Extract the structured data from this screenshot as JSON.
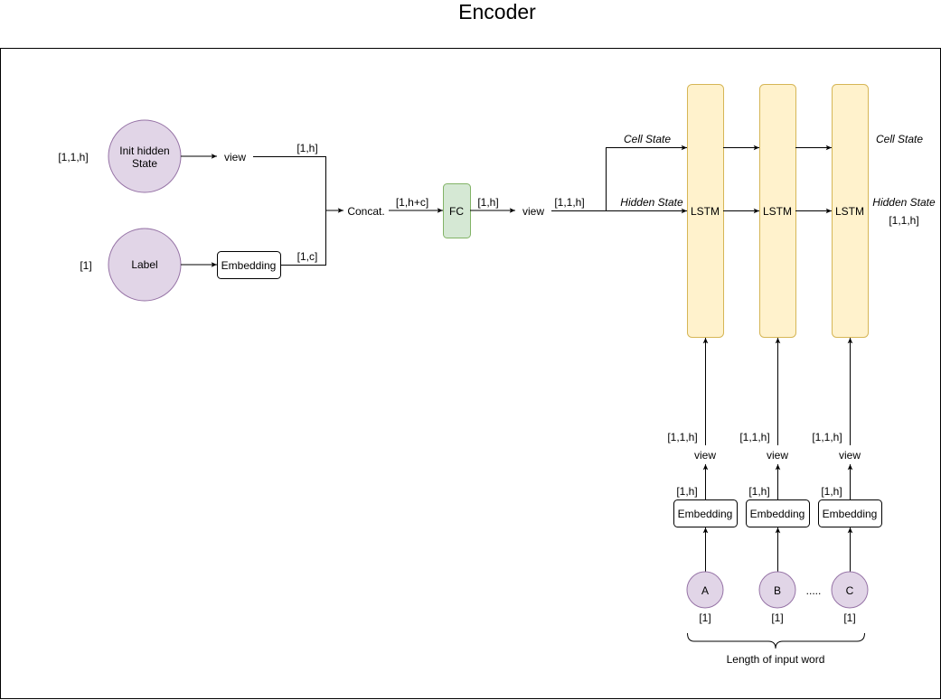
{
  "title": "Encoder",
  "colors": {
    "node_purple_fill": "#e1d5e7",
    "node_purple_stroke": "#9673a6",
    "fc_fill": "#d5e8d4",
    "fc_stroke": "#82b366",
    "lstm_fill": "#fff2cc",
    "lstm_stroke": "#d6b656",
    "line": "#000000"
  },
  "inputs": {
    "init_hidden": {
      "label": "Init hidden State",
      "shape": "[1,1,h]"
    },
    "label_node": {
      "label": "Label",
      "shape": "[1]"
    }
  },
  "left_branch": {
    "view_label": "view",
    "view_shape": "[1,h]",
    "embedding_label": "Embedding",
    "embedding_shape": "[1,c]",
    "concat_label": "Concat.",
    "concat_shape": "[1,h+c]",
    "fc_label": "FC",
    "fc_shape": "[1,h]",
    "view2_label": "view",
    "view2_shape": "[1,1,h]"
  },
  "lstm": {
    "cells": [
      "LSTM",
      "LSTM",
      "LSTM"
    ],
    "cell_state_label": "Cell State",
    "hidden_state_label": "Hidden State",
    "cell_state_out_label": "Cell State",
    "hidden_state_out_label": "Hidden State",
    "hidden_out_shape": "[1,1,h]"
  },
  "sequence": {
    "columns": [
      {
        "char": "A",
        "char_shape": "[1]",
        "embedding": "Embedding",
        "embedding_shape": "[1,h]",
        "view": "view",
        "view_shape": "[1,1,h]"
      },
      {
        "char": "B",
        "char_shape": "[1]",
        "embedding": "Embedding",
        "embedding_shape": "[1,h]",
        "view": "view",
        "view_shape": "[1,1,h]"
      },
      {
        "char": "C",
        "char_shape": "[1]",
        "embedding": "Embedding",
        "embedding_shape": "[1,h]",
        "view": "view",
        "view_shape": "[1,1,h]"
      }
    ],
    "ellipsis": ".....",
    "brace_label": "Length of input word"
  }
}
